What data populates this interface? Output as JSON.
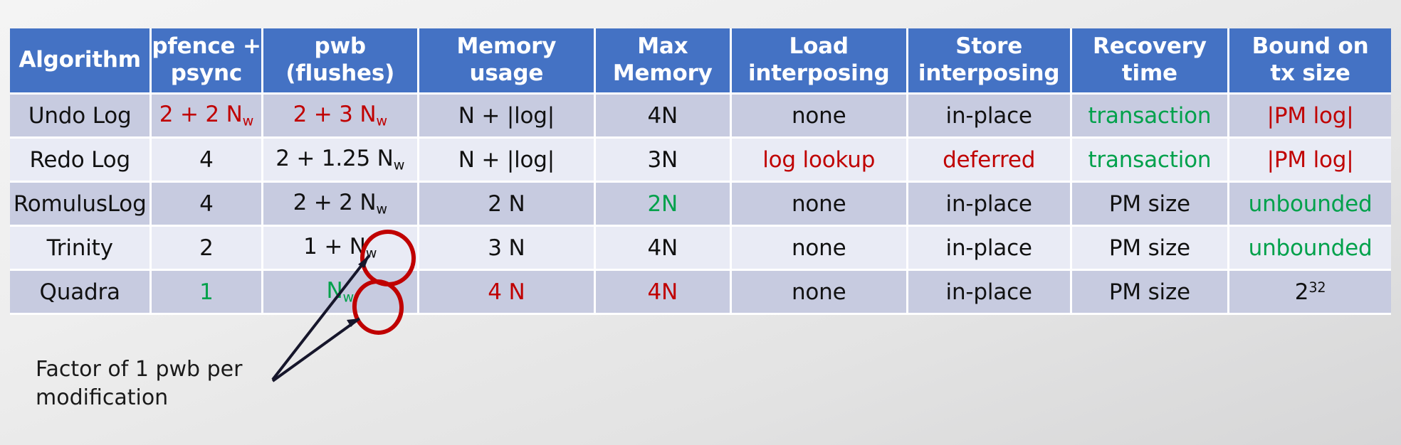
{
  "slide": {
    "background_gradient_from": "#f4f4f4",
    "background_gradient_to": "#d6d6d7"
  },
  "colors": {
    "header_blue": "#4472C4",
    "row_dark": "#c7cbe0",
    "row_light": "#e9ebf5",
    "highlight_red": "#C00000",
    "highlight_green": "#00A14B",
    "text_black": "#111111",
    "annotation_circle": "#C00000",
    "annotation_arrow": "#1a1a2e"
  },
  "table": {
    "headers": [
      {
        "line1": "Algorithm",
        "line2": ""
      },
      {
        "line1": "pfence +",
        "line2": "psync"
      },
      {
        "line1": "pwb",
        "line2": "(flushes)"
      },
      {
        "line1": "Memory",
        "line2": "usage"
      },
      {
        "line1": "Max",
        "line2": "Memory"
      },
      {
        "line1": "Load",
        "line2": "interposing"
      },
      {
        "line1": "Store",
        "line2": "interposing"
      },
      {
        "line1": "Recovery",
        "line2": "time"
      },
      {
        "line1": "Bound on",
        "line2": "tx size"
      }
    ],
    "rows": [
      {
        "algorithm": "Undo Log",
        "pfence_psync": {
          "text": "2 + 2 N",
          "sub": "w",
          "color": "red"
        },
        "pwb": {
          "text": "2 + 3 N",
          "sub": "w",
          "color": "red"
        },
        "memory_usage": {
          "text": "N + |log|",
          "sub": "",
          "color": "black"
        },
        "max_memory": {
          "text": "4N",
          "sub": "",
          "color": "black"
        },
        "load_interposing": {
          "text": "none",
          "sub": "",
          "color": "black"
        },
        "store_interposing": {
          "text": "in-place",
          "sub": "",
          "color": "black"
        },
        "recovery_time": {
          "text": "transaction",
          "sub": "",
          "color": "green"
        },
        "bound_tx_size": {
          "text": "|PM log|",
          "sub": "",
          "color": "red"
        }
      },
      {
        "algorithm": "Redo Log",
        "pfence_psync": {
          "text": "4",
          "sub": "",
          "color": "black"
        },
        "pwb": {
          "text": "2 + 1.25 N",
          "sub": "w",
          "color": "black"
        },
        "memory_usage": {
          "text": "N + |log|",
          "sub": "",
          "color": "black"
        },
        "max_memory": {
          "text": "3N",
          "sub": "",
          "color": "black"
        },
        "load_interposing": {
          "text": "log lookup",
          "sub": "",
          "color": "red"
        },
        "store_interposing": {
          "text": "deferred",
          "sub": "",
          "color": "red"
        },
        "recovery_time": {
          "text": "transaction",
          "sub": "",
          "color": "green"
        },
        "bound_tx_size": {
          "text": "|PM log|",
          "sub": "",
          "color": "red"
        }
      },
      {
        "algorithm": "RomulusLog",
        "pfence_psync": {
          "text": "4",
          "sub": "",
          "color": "black"
        },
        "pwb": {
          "text": "2 + 2 N",
          "sub": "w",
          "color": "black"
        },
        "memory_usage": {
          "text": "2 N",
          "sub": "",
          "color": "black"
        },
        "max_memory": {
          "text": "2N",
          "sub": "",
          "color": "green"
        },
        "load_interposing": {
          "text": "none",
          "sub": "",
          "color": "black"
        },
        "store_interposing": {
          "text": "in-place",
          "sub": "",
          "color": "black"
        },
        "recovery_time": {
          "text": "PM size",
          "sub": "",
          "color": "black"
        },
        "bound_tx_size": {
          "text": "unbounded",
          "sub": "",
          "color": "green"
        }
      },
      {
        "algorithm": "Trinity",
        "pfence_psync": {
          "text": "2",
          "sub": "",
          "color": "black"
        },
        "pwb": {
          "text": "1 + N",
          "sub": "w",
          "color": "black"
        },
        "memory_usage": {
          "text": "3 N",
          "sub": "",
          "color": "black"
        },
        "max_memory": {
          "text": "4N",
          "sub": "",
          "color": "black"
        },
        "load_interposing": {
          "text": "none",
          "sub": "",
          "color": "black"
        },
        "store_interposing": {
          "text": "in-place",
          "sub": "",
          "color": "black"
        },
        "recovery_time": {
          "text": "PM size",
          "sub": "",
          "color": "black"
        },
        "bound_tx_size": {
          "text": "unbounded",
          "sub": "",
          "color": "green"
        }
      },
      {
        "algorithm": "Quadra",
        "pfence_psync": {
          "text": "1",
          "sub": "",
          "color": "green"
        },
        "pwb": {
          "text": "N",
          "sub": "w",
          "color": "green"
        },
        "memory_usage": {
          "text": "4 N",
          "sub": "",
          "color": "red"
        },
        "max_memory": {
          "text": "4N",
          "sub": "",
          "color": "red"
        },
        "load_interposing": {
          "text": "none",
          "sub": "",
          "color": "black"
        },
        "store_interposing": {
          "text": "in-place",
          "sub": "",
          "color": "black"
        },
        "recovery_time": {
          "text": "PM size",
          "sub": "",
          "color": "black"
        },
        "bound_tx_size": {
          "text": "2",
          "sup": "32",
          "sub": "",
          "color": "black"
        }
      }
    ]
  },
  "annotation": {
    "callout_text": "Factor of 1 pwb per\nmodification",
    "circled_cells": [
      "trinity-pwb",
      "quadra-pwb"
    ]
  }
}
